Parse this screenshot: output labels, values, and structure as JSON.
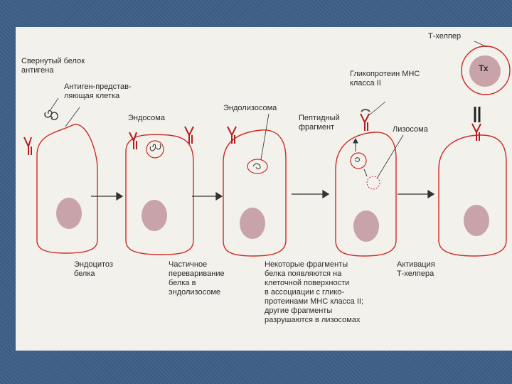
{
  "diagram": {
    "labels": {
      "folded_protein": "Свернутый белок\nантигена",
      "apc": "Антиген-представ-\nляющая клетка",
      "endosome": "Эндосома",
      "endolysosome": "Эндолизосома",
      "mhc_glycoprotein": "Гликопротеин МНС\nкласса II",
      "peptide_fragment": "Пептидный\nфрагмент",
      "lysosome": "Лизосома",
      "t_helper": "Т-хелпер",
      "t_helper_cell": "Тх"
    },
    "captions": {
      "step1": "Эндоцитоз\nбелка",
      "step2": "Частичное\nпереваривание\nбелка в\nэндолизосоме",
      "step3": "Некоторые фрагменты\nбелка появляются на\nклеточной поверхности\nв ассоциации с глико-\nпротеинами МНС класса II;\nдругие фрагменты\nразрушаются в лизосомах",
      "step4": "Активация\nТ-хелпера"
    }
  },
  "colors": {
    "membrane": "#cc2a22",
    "nucleus": "#c9a3aa",
    "receptor": "#b81e1e",
    "arrow": "#333333"
  }
}
